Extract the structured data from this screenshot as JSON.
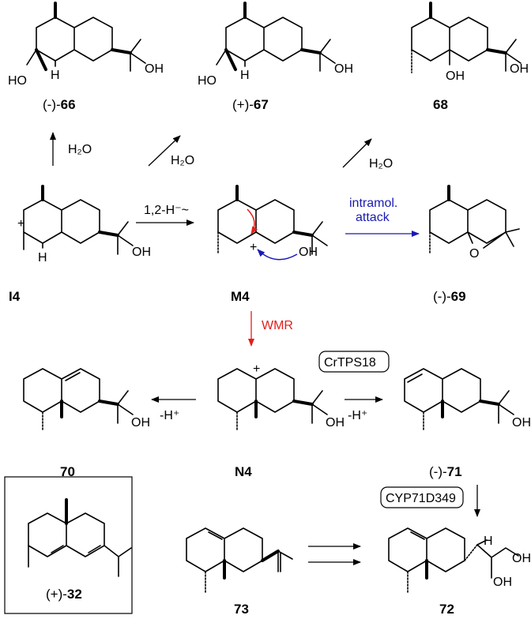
{
  "colors": {
    "red": "#e0201b",
    "blue": "#1a1ab4",
    "black": "#000000"
  },
  "compounds": {
    "c66": {
      "prefix": "(-)-",
      "num": "66"
    },
    "c67": {
      "prefix": "(+)-",
      "num": "67"
    },
    "c68": {
      "prefix": "",
      "num": "68"
    },
    "i4": {
      "label": "I4"
    },
    "m4": {
      "label": "M4"
    },
    "c69": {
      "prefix": "(-)-",
      "num": "69"
    },
    "c70": {
      "prefix": "",
      "num": "70"
    },
    "n4": {
      "label": "N4"
    },
    "c71": {
      "prefix": "(-)-",
      "num": "71"
    },
    "c32": {
      "prefix": "(+)-",
      "num": "32"
    },
    "c73": {
      "prefix": "",
      "num": "73"
    },
    "c72": {
      "prefix": "",
      "num": "72"
    }
  },
  "atoms": {
    "ho": "HO",
    "oh": "OH",
    "h": "H",
    "o": "O",
    "plus": "+"
  },
  "arrows": {
    "water": "H₂O",
    "shift": "1,2-H⁻~",
    "attack_1": "intramol.",
    "attack_2": "attack",
    "wmr": "WMR",
    "deprot": "-H⁺"
  },
  "enzymes": {
    "crtps": "CrTPS18",
    "cyp": "CYP71D349"
  }
}
